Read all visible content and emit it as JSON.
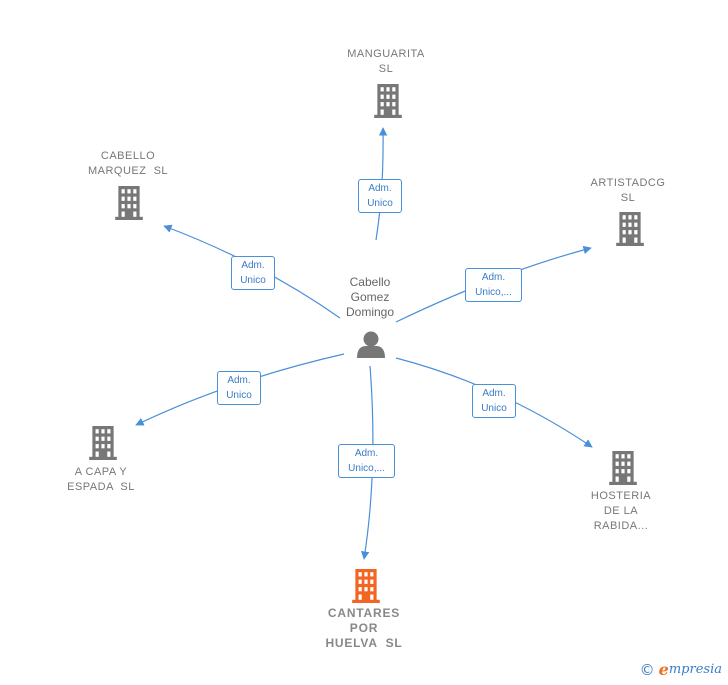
{
  "center": {
    "lines": [
      "Cabello",
      "Gomez",
      "Domingo"
    ]
  },
  "nodes": [
    {
      "id": "manguarita",
      "lines": [
        "MANGUARITA",
        "SL"
      ],
      "focus": false
    },
    {
      "id": "cabello-marquez",
      "lines": [
        "CABELLO",
        "MARQUEZ  SL"
      ],
      "focus": false
    },
    {
      "id": "artistadcg",
      "lines": [
        "ARTISTADCG",
        "SL"
      ],
      "focus": false
    },
    {
      "id": "a-capa-y-espada",
      "lines": [
        "A CAPA Y",
        "ESPADA  SL"
      ],
      "focus": false
    },
    {
      "id": "hosteria",
      "lines": [
        "HOSTERIA",
        "DE LA",
        "RABIDA..."
      ],
      "focus": false
    },
    {
      "id": "cantares",
      "lines": [
        "CANTARES",
        "POR",
        "HUELVA  SL"
      ],
      "focus": true
    }
  ],
  "edges": [
    {
      "to": "manguarita",
      "lines": [
        "Adm.",
        "Unico"
      ]
    },
    {
      "to": "cabello-marquez",
      "lines": [
        "Adm.",
        "Unico"
      ]
    },
    {
      "to": "artistadcg",
      "lines": [
        "Adm.",
        "Unico,..."
      ]
    },
    {
      "to": "a-capa-y-espada",
      "lines": [
        "Adm.",
        "Unico"
      ]
    },
    {
      "to": "hosteria",
      "lines": [
        "Adm.",
        "Unico"
      ]
    },
    {
      "to": "cantares",
      "lines": [
        "Adm.",
        "Unico,..."
      ]
    }
  ],
  "colors": {
    "edge": "#4a90d9",
    "building": "#777777",
    "focus_building": "#f26522",
    "person": "#777777"
  },
  "icons": {
    "building": "building-icon",
    "person": "person-icon",
    "copyright": "copyright-icon"
  },
  "footer": {
    "copyright": "©",
    "brand_first": "e",
    "brand_rest": "mpresia"
  }
}
